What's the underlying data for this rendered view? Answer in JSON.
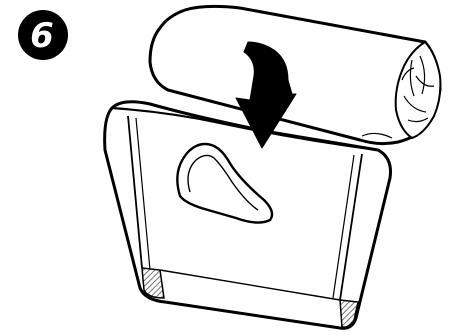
{
  "step": {
    "number": "6"
  },
  "illustration": {
    "items": [
      "rolled-item",
      "carry-bag",
      "insert-arrow"
    ],
    "colors": {
      "stroke": "#000000",
      "fill": "#ffffff",
      "corner_hatch": "#555555"
    }
  }
}
